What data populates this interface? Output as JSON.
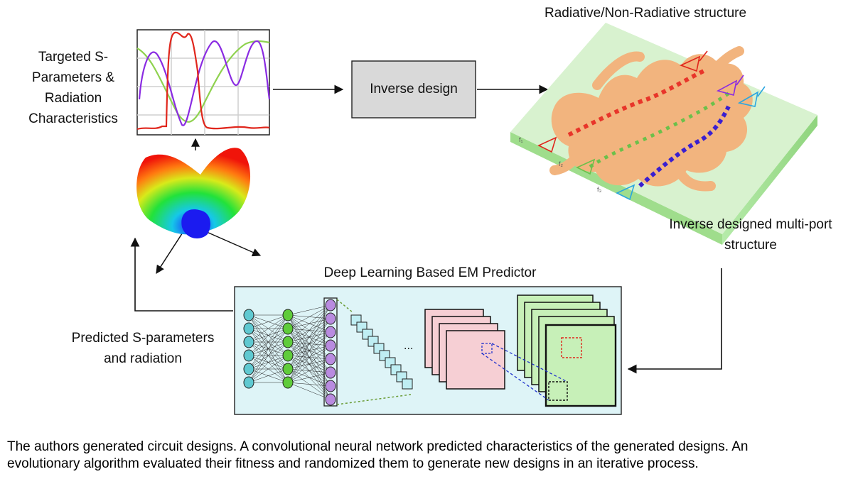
{
  "labels": {
    "targeted_line1": "Targeted S-",
    "targeted_line2": "Parameters &",
    "targeted_line3": "Radiation",
    "targeted_line4": "Characteristics",
    "inverse_design": "Inverse design",
    "structure_title": "Radiative/Non-Radiative structure",
    "multiport_line1": "Inverse designed multi-port",
    "multiport_line2": "structure",
    "predictor_title": "Deep Learning Based EM Predictor",
    "predicted_line1": "Predicted S-parameters",
    "predicted_line2": "and radiation",
    "ellipsis": "..."
  },
  "port_labels": {
    "port1": "f₁",
    "port2": "f₂",
    "port3": "f₃"
  },
  "caption": {
    "line1": "The authors generated circuit designs. A convolutional neural network predicted characteristics of the generated designs. An",
    "line2": "evolutionary algorithm evaluated their fitness and randomized them to generate new designs in an iterative process."
  },
  "colors": {
    "inverse_box_fill": "#d9d9d9",
    "predictor_panel_fill": "#def4f7",
    "plot_red": "#e0261c",
    "plot_purple": "#8a2be2",
    "plot_green": "#8fd24f",
    "substrate_top": "#d8f2cf",
    "substrate_side": "#a9e59a",
    "metal_pattern": "#f2b47e",
    "path_red": "#e8352a",
    "path_green": "#6cc04a",
    "path_blue": "#3a1fd0",
    "nn_input": "#5fc9d1",
    "nn_hidden": "#5fcc3b",
    "nn_output": "#b98be0",
    "fmap_pink": "#f6cfd4",
    "fmap_green": "#c7f0b8"
  }
}
